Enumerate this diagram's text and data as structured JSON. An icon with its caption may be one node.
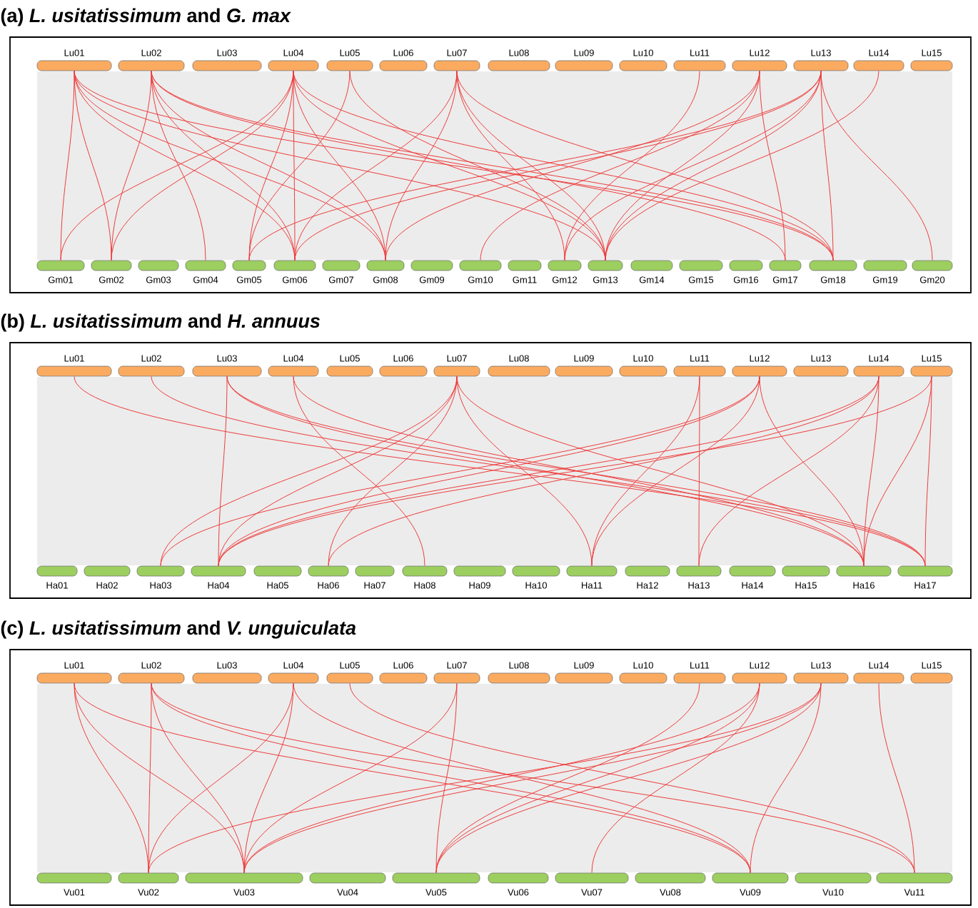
{
  "diagram": {
    "nodes": [
      {
        "text": [
          "(a) *L. usitatissimum* and *G. max*"
        ]
      },
      {
        "text": [
          "Lu01"
        ],
        "in": 0
      },
      {
        "text": [
          "Lu02"
        ],
        "in": 0
      },
      {
        "text": [
          "Lu03"
        ],
        "in": 0
      },
      {
        "text": [
          "Lu04"
        ],
        "in": 0
      },
      {
        "text": [
          "Lu05"
        ],
        "in": 0
      },
      {
        "text": [
          "Lu06"
        ],
        "in": 0
      },
      {
        "text": [
          "Lu07"
        ],
        "in": 0
      },
      {
        "text": [
          "Lu08"
        ],
        "in": 0
      },
      {
        "text": [
          "Lu09"
        ],
        "in": 0
      },
      {
        "text": [
          "Lu10"
        ],
        "in": 0
      },
      {
        "text": [
          "Lu11"
        ],
        "in": 0
      },
      {
        "text": [
          "Lu12"
        ],
        "in": 0
      },
      {
        "text": [
          "Lu13"
        ],
        "in": 0
      },
      {
        "text": [
          "Lu14"
        ],
        "in": 0
      },
      {
        "text": [
          "Lu15"
        ],
        "in": 0
      },
      {
        "text": [
          "Gm01"
        ],
        "in": 0
      },
      {
        "text": [
          "Gm02"
        ],
        "in": 0
      },
      {
        "text": [
          "Gm03"
        ],
        "in": 0
      },
      {
        "text": [
          "Gm04"
        ],
        "in": 0
      },
      {
        "text": [
          "Gm05"
        ],
        "in": 0
      },
      {
        "text": [
          "Gm06"
        ],
        "in": 0
      },
      {
        "text": [
          "Gm07"
        ],
        "in": 0
      },
      {
        "text": [
          "Gm08"
        ],
        "in": 0
      },
      {
        "text": [
          "Gm09"
        ],
        "in": 0
      },
      {
        "text": [
          "Gm10"
        ],
        "in": 0
      },
      {
        "text": [
          "Gm11"
        ],
        "in": 0
      },
      {
        "text": [
          "Gm12"
        ],
        "in": 0
      },
      {
        "text": [
          "Gm13"
        ],
        "in": 0
      },
      {
        "text": [
          "Gm14"
        ],
        "in": 0
      },
      {
        "text": [
          "Gm15"
        ],
        "in": 0
      },
      {
        "text": [
          "Gm16"
        ],
        "in": 0
      },
      {
        "text": [
          "Gm17"
        ],
        "in": 0
      },
      {
        "text": [
          "Gm18"
        ],
        "in": 0
      },
      {
        "text": [
          "Gm19"
        ],
        "in": 0
      },
      {
        "text": [
          "Gm20"
        ],
        "in": 0
      },
      {
        "text": [
          "(b) *L. usitatissimum* and *H. annuus*"
        ]
      },
      {
        "text": [
          "Lu01"
        ],
        "in": 36
      },
      {
        "text": [
          "Lu02"
        ],
        "in": 36
      },
      {
        "text": [
          "Lu03"
        ],
        "in": 36
      },
      {
        "text": [
          "Lu04"
        ],
        "in": 36
      },
      {
        "text": [
          "Lu05"
        ],
        "in": 36
      },
      {
        "text": [
          "Lu06"
        ],
        "in": 36
      },
      {
        "text": [
          "Lu07"
        ],
        "in": 36
      },
      {
        "text": [
          "Lu08"
        ],
        "in": 36
      },
      {
        "text": [
          "Lu09"
        ],
        "in": 36
      },
      {
        "text": [
          "Lu10"
        ],
        "in": 36
      },
      {
        "text": [
          "Lu11"
        ],
        "in": 36
      },
      {
        "text": [
          "Lu12"
        ],
        "in": 36
      },
      {
        "text": [
          "Lu13"
        ],
        "in": 36
      },
      {
        "text": [
          "Lu14"
        ],
        "in": 36
      },
      {
        "text": [
          "Lu15"
        ],
        "in": 36
      },
      {
        "text": [
          "Ha01"
        ],
        "in": 36
      },
      {
        "text": [
          "Ha02"
        ],
        "in": 36
      },
      {
        "text": [
          "Ha03"
        ],
        "in": 36
      },
      {
        "text": [
          "Ha04"
        ],
        "in": 36
      },
      {
        "text": [
          "Ha05"
        ],
        "in": 36
      },
      {
        "text": [
          "Ha06"
        ],
        "in": 36
      },
      {
        "text": [
          "Ha07"
        ],
        "in": 36
      },
      {
        "text": [
          "Ha08"
        ],
        "in": 36
      },
      {
        "text": [
          "Ha09"
        ],
        "in": 36
      },
      {
        "text": [
          "Ha10"
        ],
        "in": 36
      },
      {
        "text": [
          "Ha11"
        ],
        "in": 36
      },
      {
        "text": [
          "Ha12"
        ],
        "in": 36
      },
      {
        "text": [
          "Ha13"
        ],
        "in": 36
      },
      {
        "text": [
          "Ha14"
        ],
        "in": 36
      },
      {
        "text": [
          "Ha15"
        ],
        "in": 36
      },
      {
        "text": [
          "Ha16"
        ],
        "in": 36
      },
      {
        "text": [
          "Ha17"
        ],
        "in": 36
      },
      {
        "text": [
          "(c) *L. usitatissimum* and *V. unguiculata*"
        ]
      },
      {
        "text": [
          "Lu01"
        ],
        "in": 69
      },
      {
        "text": [
          "Lu02"
        ],
        "in": 69
      },
      {
        "text": [
          "Lu03"
        ],
        "in": 69
      },
      {
        "text": [
          "Lu04"
        ],
        "in": 69
      },
      {
        "text": [
          "Lu05"
        ],
        "in": 69
      },
      {
        "text": [
          "Lu06"
        ],
        "in": 69
      },
      {
        "text": [
          "Lu07"
        ],
        "in": 69
      },
      {
        "text": [
          "Lu08"
        ],
        "in": 69
      },
      {
        "text": [
          "Lu09"
        ],
        "in": 69
      },
      {
        "text": [
          "Lu10"
        ],
        "in": 69
      },
      {
        "text": [
          "Lu11"
        ],
        "in": 69
      },
      {
        "text": [
          "Lu12"
        ],
        "in": 69
      },
      {
        "text": [
          "Lu13"
        ],
        "in": 69
      },
      {
        "text": [
          "Lu14"
        ],
        "in": 69
      },
      {
        "text": [
          "Lu15"
        ],
        "in": 69
      },
      {
        "text": [
          "Vu01"
        ],
        "in": 69
      },
      {
        "text": [
          "Vu02"
        ],
        "in": 69
      },
      {
        "text": [
          "Vu03"
        ],
        "in": 69
      },
      {
        "text": [
          "Vu04"
        ],
        "in": 69
      },
      {
        "text": [
          "Vu05"
        ],
        "in": 69
      },
      {
        "text": [
          "Vu06"
        ],
        "in": 69
      },
      {
        "text": [
          "Vu07"
        ],
        "in": 69
      },
      {
        "text": [
          "Vu08"
        ],
        "in": 69
      },
      {
        "text": [
          "Vu09"
        ],
        "in": 69
      },
      {
        "text": [
          "Vu10"
        ],
        "in": 69
      },
      {
        "text": [
          "Vu11"
        ],
        "in": 69
      }
    ],
    "edges": [
      {
        "from": 1,
        "to": 16,
        "arrow": "none"
      },
      {
        "from": 1,
        "to": 17,
        "arrow": "none"
      },
      {
        "from": 1,
        "to": 21,
        "arrow": "none"
      },
      {
        "from": 1,
        "to": 23,
        "arrow": "none"
      },
      {
        "from": 1,
        "to": 28,
        "arrow": "none"
      },
      {
        "from": 1,
        "to": 33,
        "arrow": "none"
      },
      {
        "from": 2,
        "to": 17,
        "arrow": "none"
      },
      {
        "from": 2,
        "to": 19,
        "arrow": "none"
      },
      {
        "from": 2,
        "to": 21,
        "arrow": "none"
      },
      {
        "from": 2,
        "to": 23,
        "arrow": "none"
      },
      {
        "from": 2,
        "to": 32,
        "arrow": "none"
      },
      {
        "from": 2,
        "to": 33,
        "arrow": "none"
      },
      {
        "from": 4,
        "to": 16,
        "arrow": "none"
      },
      {
        "from": 4,
        "to": 17,
        "arrow": "none"
      },
      {
        "from": 4,
        "to": 20,
        "arrow": "none"
      },
      {
        "from": 4,
        "to": 21,
        "arrow": "none"
      },
      {
        "from": 4,
        "to": 23,
        "arrow": "none"
      },
      {
        "from": 4,
        "to": 28,
        "arrow": "none"
      },
      {
        "from": 4,
        "to": 33,
        "arrow": "none"
      },
      {
        "from": 5,
        "to": 20,
        "arrow": "none"
      },
      {
        "from": 5,
        "to": 28,
        "arrow": "none"
      },
      {
        "from": 7,
        "to": 21,
        "arrow": "none"
      },
      {
        "from": 7,
        "to": 23,
        "arrow": "none"
      },
      {
        "from": 7,
        "to": 27,
        "arrow": "none"
      },
      {
        "from": 7,
        "to": 28,
        "arrow": "none"
      },
      {
        "from": 7,
        "to": 33,
        "arrow": "none"
      },
      {
        "from": 11,
        "to": 27,
        "arrow": "none"
      },
      {
        "from": 12,
        "to": 23,
        "arrow": "none"
      },
      {
        "from": 12,
        "to": 25,
        "arrow": "none"
      },
      {
        "from": 12,
        "to": 28,
        "arrow": "none"
      },
      {
        "from": 12,
        "to": 32,
        "arrow": "none"
      },
      {
        "from": 13,
        "to": 20,
        "arrow": "none"
      },
      {
        "from": 13,
        "to": 21,
        "arrow": "none"
      },
      {
        "from": 13,
        "to": 27,
        "arrow": "none"
      },
      {
        "from": 13,
        "to": 28,
        "arrow": "none"
      },
      {
        "from": 13,
        "to": 33,
        "arrow": "none"
      },
      {
        "from": 13,
        "to": 35,
        "arrow": "none"
      },
      {
        "from": 14,
        "to": 28,
        "arrow": "none"
      },
      {
        "from": 37,
        "to": 68,
        "arrow": "none"
      },
      {
        "from": 38,
        "to": 68,
        "arrow": "none"
      },
      {
        "from": 39,
        "to": 55,
        "arrow": "none"
      },
      {
        "from": 39,
        "to": 67,
        "arrow": "none"
      },
      {
        "from": 39,
        "to": 68,
        "arrow": "none"
      },
      {
        "from": 40,
        "to": 59,
        "arrow": "none"
      },
      {
        "from": 40,
        "to": 67,
        "arrow": "none"
      },
      {
        "from": 43,
        "to": 54,
        "arrow": "none"
      },
      {
        "from": 43,
        "to": 55,
        "arrow": "none"
      },
      {
        "from": 43,
        "to": 57,
        "arrow": "none"
      },
      {
        "from": 43,
        "to": 62,
        "arrow": "none"
      },
      {
        "from": 43,
        "to": 67,
        "arrow": "none"
      },
      {
        "from": 47,
        "to": 62,
        "arrow": "none"
      },
      {
        "from": 47,
        "to": 64,
        "arrow": "none"
      },
      {
        "from": 48,
        "to": 54,
        "arrow": "none"
      },
      {
        "from": 48,
        "to": 55,
        "arrow": "none"
      },
      {
        "from": 48,
        "to": 62,
        "arrow": "none"
      },
      {
        "from": 48,
        "to": 67,
        "arrow": "none"
      },
      {
        "from": 50,
        "to": 55,
        "arrow": "none"
      },
      {
        "from": 50,
        "to": 57,
        "arrow": "none"
      },
      {
        "from": 50,
        "to": 64,
        "arrow": "none"
      },
      {
        "from": 50,
        "to": 67,
        "arrow": "none"
      },
      {
        "from": 51,
        "to": 55,
        "arrow": "none"
      },
      {
        "from": 51,
        "to": 67,
        "arrow": "none"
      },
      {
        "from": 51,
        "to": 68,
        "arrow": "none"
      },
      {
        "from": 70,
        "to": 86,
        "arrow": "none"
      },
      {
        "from": 70,
        "to": 87,
        "arrow": "none"
      },
      {
        "from": 70,
        "to": 93,
        "arrow": "none"
      },
      {
        "from": 71,
        "to": 86,
        "arrow": "none"
      },
      {
        "from": 71,
        "to": 87,
        "arrow": "none"
      },
      {
        "from": 71,
        "to": 93,
        "arrow": "none"
      },
      {
        "from": 71,
        "to": 95,
        "arrow": "none"
      },
      {
        "from": 73,
        "to": 86,
        "arrow": "none"
      },
      {
        "from": 73,
        "to": 87,
        "arrow": "none"
      },
      {
        "from": 73,
        "to": 93,
        "arrow": "none"
      },
      {
        "from": 74,
        "to": 95,
        "arrow": "none"
      },
      {
        "from": 76,
        "to": 87,
        "arrow": "none"
      },
      {
        "from": 76,
        "to": 89,
        "arrow": "none"
      },
      {
        "from": 80,
        "to": 89,
        "arrow": "none"
      },
      {
        "from": 81,
        "to": 87,
        "arrow": "none"
      },
      {
        "from": 81,
        "to": 89,
        "arrow": "none"
      },
      {
        "from": 81,
        "to": 91,
        "arrow": "none"
      },
      {
        "from": 82,
        "to": 86,
        "arrow": "none"
      },
      {
        "from": 82,
        "to": 87,
        "arrow": "none"
      },
      {
        "from": 82,
        "to": 89,
        "arrow": "none"
      },
      {
        "from": 82,
        "to": 93,
        "arrow": "none"
      },
      {
        "from": 83,
        "to": 95,
        "arrow": "none"
      }
    ]
  }
}
